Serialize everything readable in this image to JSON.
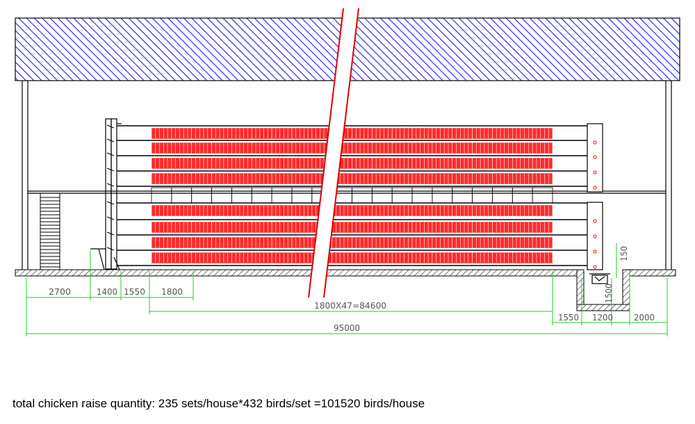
{
  "drawing": {
    "colors": {
      "roof_hatch": "#1a1aff",
      "cage": "#ff2a2a",
      "dimension": "#22cc22",
      "break_line": "#e00000",
      "line": "#000000"
    },
    "dimensions": {
      "left_2700": "2700",
      "left_1400": "1400",
      "left_1550": "1550",
      "cage_1800": "1800",
      "cage_run": "1800X47=84600",
      "total": "95000",
      "right_1550": "1550",
      "right_1200": "1200",
      "right_2000": "2000",
      "pit_depth": "1500",
      "pit_height": "150"
    },
    "cage_run": {
      "sets_shown_per_row": 20,
      "tiers_upper": 4,
      "tiers_lower": 4
    }
  },
  "caption": "total chicken raise quantity: 235 sets/house*432 birds/set =101520 birds/house"
}
